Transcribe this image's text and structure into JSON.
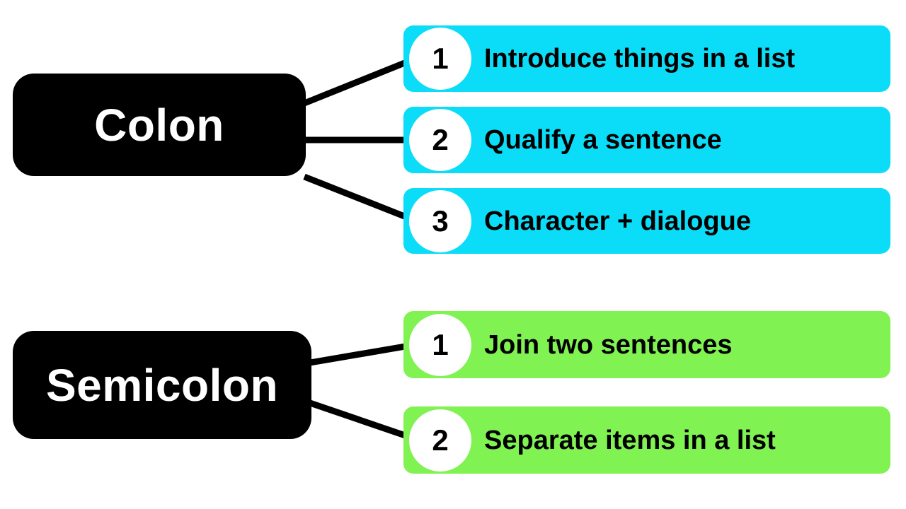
{
  "page": {
    "background": "#ffffff",
    "type": "mind-map-diagram"
  },
  "palette": {
    "node_bg": "#000000",
    "node_text": "#ffffff",
    "colon_branch_bg": "#0bdcf7",
    "semicolon_branch_bg": "#80f252",
    "index_circle_bg": "#ffffff",
    "branch_text": "#000000",
    "connector": "#000000"
  },
  "groups": [
    {
      "id": "colon",
      "title": "Colon",
      "color": "#0bdcf7",
      "branches": [
        {
          "index": "1",
          "label": "Introduce things in a list"
        },
        {
          "index": "2",
          "label": "Qualify a sentence"
        },
        {
          "index": "3",
          "label": "Character + dialogue"
        }
      ]
    },
    {
      "id": "semicolon",
      "title": "Semicolon",
      "color": "#80f252",
      "branches": [
        {
          "index": "1",
          "label": "Join two sentences"
        },
        {
          "index": "2",
          "label": "Separate items in a list"
        }
      ]
    }
  ]
}
